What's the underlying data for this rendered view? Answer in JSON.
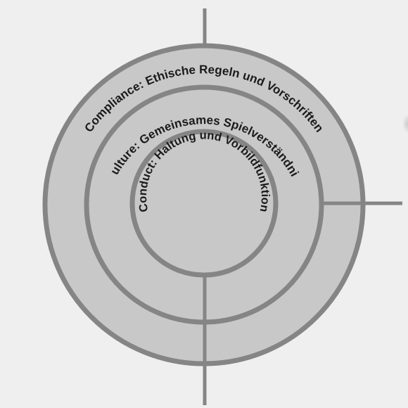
{
  "diagram": {
    "rings": {
      "outer": {
        "label": "Compliance: Ethische Regeln und Vorschriften"
      },
      "middle": {
        "label": "Culture: Gemeinsames Spielverständnis"
      },
      "inner": {
        "label": "Conduct: Haltung und Vorbildfunktion"
      }
    },
    "colors": {
      "background": "#efefef",
      "ring_fill": "#c8c8c8",
      "stroke": "#858585",
      "text": "#1a1a1a"
    }
  }
}
